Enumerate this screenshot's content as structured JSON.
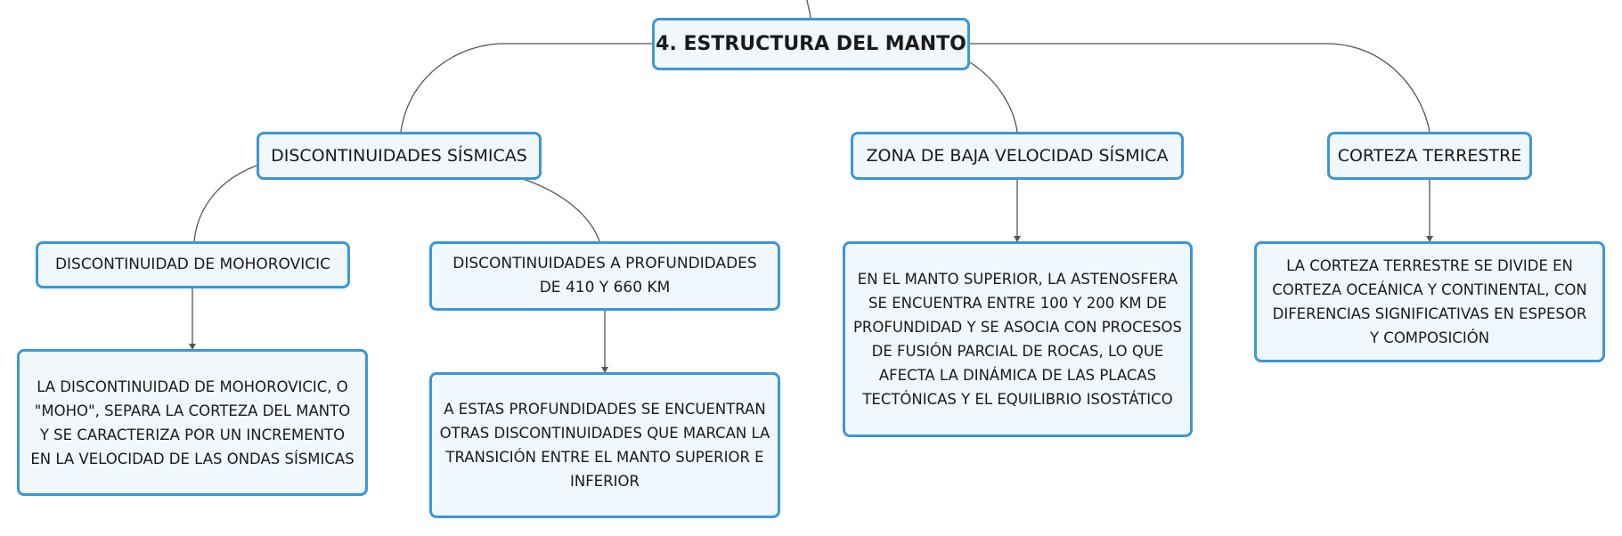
{
  "diagram": {
    "root": {
      "label": "4. ESTRUCTURA DEL MANTO"
    },
    "discontinuidades": {
      "label": "DISCONTINUIDADES SÍSMICAS",
      "moho": {
        "label": "DISCONTINUIDAD DE MOHOROVICIC",
        "description": "LA DISCONTINUIDAD DE MOHOROVICIC, O \"MOHO\", SEPARA LA CORTEZA DEL MANTO Y SE CARACTERIZA POR UN INCREMENTO EN LA VELOCIDAD DE LAS ONDAS SÍSMICAS"
      },
      "profundidades": {
        "label": "DISCONTINUIDADES A PROFUNDIDADES DE 410 Y 660 KM",
        "description": "A ESTAS PROFUNDIDADES SE ENCUENTRAN OTRAS DISCONTINUIDADES QUE MARCAN LA TRANSICIÓN ENTRE EL MANTO SUPERIOR E INFERIOR"
      }
    },
    "zona_baja": {
      "label": "ZONA DE BAJA VELOCIDAD SÍSMICA",
      "description": "EN EL MANTO SUPERIOR, LA ASTENOSFERA SE ENCUENTRA ENTRE 100 Y 200 KM DE PROFUNDIDAD Y SE ASOCIA CON PROCESOS DE FUSIÓN PARCIAL DE ROCAS, LO QUE AFECTA LA DINÁMICA DE LAS PLACAS TECTÓNICAS Y EL EQUILIBRIO ISOSTÁTICO"
    },
    "corteza": {
      "label": "CORTEZA TERRESTRE",
      "description": "LA CORTEZA TERRESTRE SE DIVIDE EN CORTEZA OCEÁNICA Y CONTINENTAL, CON DIFERENCIAS SIGNIFICATIVAS EN ESPESOR Y COMPOSICIÓN"
    }
  },
  "colors": {
    "node_border": "#3a97dc",
    "node_fill": "#f1f8fd",
    "connector": "#555555"
  }
}
